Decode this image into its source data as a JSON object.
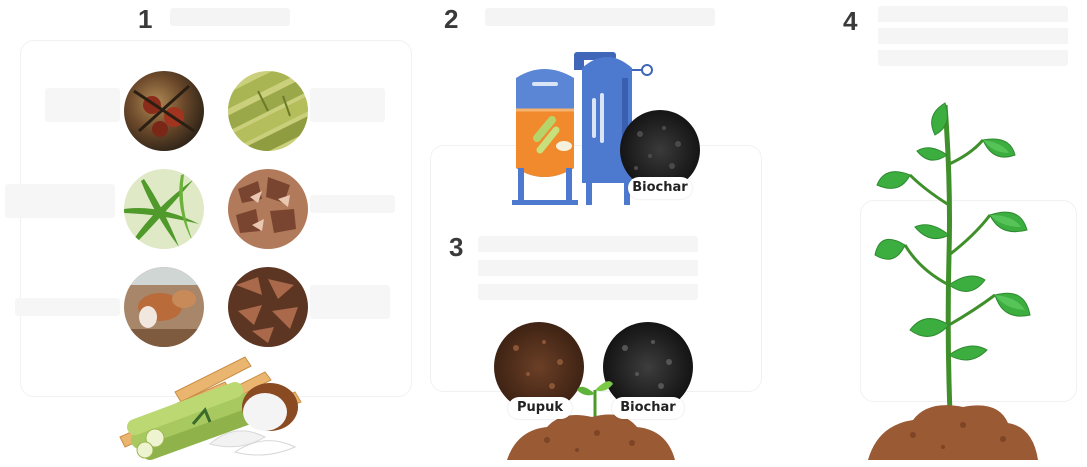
{
  "steps": [
    {
      "number": "1"
    },
    {
      "number": "2"
    },
    {
      "number": "3"
    },
    {
      "number": "4"
    }
  ],
  "labels": {
    "biochar_top": "Biochar",
    "pupuk": "Pupuk",
    "biochar_bottom": "Biochar"
  },
  "colors": {
    "step_number": "#3a3a3a",
    "tank_blue": "#4a73c4",
    "tank_orange": "#f08a2c",
    "leaf_green": "#3cae3f",
    "soil_brown": "#9a5a34"
  },
  "icons": [
    "palm-fruit-icon",
    "sugarcane-icon",
    "bamboo-leaves-icon",
    "coconut-husk-icon",
    "cattle-icon",
    "cocoa-shell-icon",
    "biomass-pile-icon",
    "pyrolysis-reactor-icon",
    "biochar-icon",
    "compost-icon",
    "sprout-icon",
    "plant-icon",
    "soil-mound-icon"
  ]
}
